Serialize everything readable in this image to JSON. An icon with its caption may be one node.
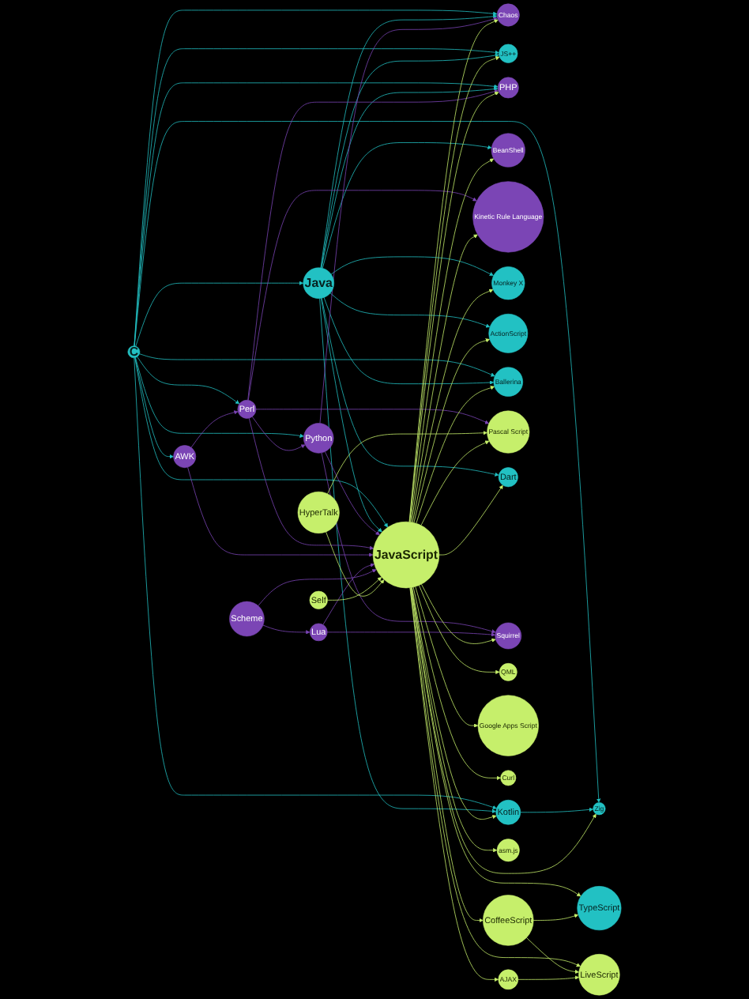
{
  "diagram": {
    "nodes": [
      {
        "text": [
          "C"
        ]
      },
      {
        "text": [
          "Python"
        ]
      },
      {
        "text": [
          "Perl"
        ]
      },
      {
        "text": [
          "Chaos"
        ]
      },
      {
        "text": [
          "JS++"
        ]
      },
      {
        "text": [
          "AWK"
        ]
      },
      {
        "text": [
          "PHP"
        ]
      },
      {
        "text": [
          "Kotlin"
        ]
      },
      {
        "text": [
          "Java"
        ]
      },
      {
        "text": [
          "BeanShell"
        ]
      },
      {
        "text": [
          "Kinetic Rule Language"
        ]
      },
      {
        "text": [
          "Zig"
        ]
      },
      {
        "text": [
          "Monkey X"
        ]
      },
      {
        "text": [
          "ActionScript"
        ]
      },
      {
        "text": [
          "Ballerina"
        ]
      },
      {
        "text": [
          "Pascal Script"
        ]
      },
      {
        "text": [
          "JavaScript"
        ]
      },
      {
        "text": [
          "Dart"
        ]
      },
      {
        "text": [
          "Self"
        ]
      },
      {
        "text": [
          "Squirrel"
        ]
      },
      {
        "text": [
          "HyperTalk"
        ]
      },
      {
        "text": [
          "QML"
        ]
      },
      {
        "text": [
          "TypeScript"
        ]
      },
      {
        "text": [
          "Google Apps Script"
        ]
      },
      {
        "text": [
          "Curl"
        ]
      },
      {
        "text": [
          "AJAX"
        ]
      },
      {
        "text": [
          "asm.js"
        ]
      },
      {
        "text": [
          "LiveScript"
        ]
      },
      {
        "text": [
          "CoffeeScript"
        ]
      },
      {
        "text": [
          "Lua"
        ]
      },
      {
        "text": [
          "Scheme"
        ]
      }
    ],
    "edges": [
      {
        "from": 0,
        "to": 1,
        "arrow": "to",
        "color": "#22c1c3"
      },
      {
        "from": 0,
        "to": 2,
        "arrow": "to",
        "color": "#22c1c3"
      },
      {
        "from": 0,
        "to": 3,
        "arrow": "to",
        "color": "#22c1c3"
      },
      {
        "from": 0,
        "to": 4,
        "arrow": "to",
        "color": "#22c1c3"
      },
      {
        "from": 0,
        "to": 5,
        "arrow": "to",
        "color": "#22c1c3"
      },
      {
        "from": 0,
        "to": 6,
        "arrow": "to",
        "color": "#22c1c3"
      },
      {
        "from": 0,
        "to": 7,
        "arrow": "to",
        "color": "#22c1c3"
      },
      {
        "from": 0,
        "to": 8,
        "arrow": "to",
        "color": "#22c1c3"
      },
      {
        "from": 0,
        "to": 11,
        "arrow": "to",
        "color": "#22c1c3"
      },
      {
        "from": 0,
        "to": 14,
        "arrow": "to",
        "color": "#22c1c3"
      },
      {
        "from": 0,
        "to": 16,
        "arrow": "to",
        "color": "#22c1c3"
      },
      {
        "from": 8,
        "to": 7,
        "arrow": "to",
        "color": "#22c1c3"
      },
      {
        "from": 8,
        "to": 6,
        "arrow": "to",
        "color": "#22c1c3"
      },
      {
        "from": 8,
        "to": 9,
        "arrow": "to",
        "color": "#22c1c3"
      },
      {
        "from": 8,
        "to": 13,
        "arrow": "to",
        "color": "#22c1c3"
      },
      {
        "from": 8,
        "to": 16,
        "arrow": "to",
        "color": "#22c1c3"
      },
      {
        "from": 8,
        "to": 12,
        "arrow": "to",
        "color": "#22c1c3"
      },
      {
        "from": 8,
        "to": 3,
        "arrow": "to",
        "color": "#22c1c3"
      },
      {
        "from": 8,
        "to": 14,
        "arrow": "to",
        "color": "#22c1c3"
      },
      {
        "from": 8,
        "to": 17,
        "arrow": "to",
        "color": "#22c1c3"
      },
      {
        "from": 8,
        "to": 4,
        "arrow": "to",
        "color": "#22c1c3"
      },
      {
        "from": 7,
        "to": 11,
        "arrow": "to",
        "color": "#22c1c3"
      },
      {
        "from": 1,
        "to": 3,
        "arrow": "to",
        "color": "#7b45b5"
      },
      {
        "from": 1,
        "to": 16,
        "arrow": "to",
        "color": "#7b45b5"
      },
      {
        "from": 1,
        "to": 19,
        "arrow": "to",
        "color": "#7b45b5"
      },
      {
        "from": 2,
        "to": 1,
        "arrow": "to",
        "color": "#7b45b5"
      },
      {
        "from": 2,
        "to": 16,
        "arrow": "to",
        "color": "#7b45b5"
      },
      {
        "from": 2,
        "to": 6,
        "arrow": "to",
        "color": "#7b45b5"
      },
      {
        "from": 2,
        "to": 10,
        "arrow": "to",
        "color": "#7b45b5"
      },
      {
        "from": 2,
        "to": 15,
        "arrow": "to",
        "color": "#7b45b5"
      },
      {
        "from": 5,
        "to": 2,
        "arrow": "to",
        "color": "#7b45b5"
      },
      {
        "from": 5,
        "to": 16,
        "arrow": "to",
        "color": "#7b45b5"
      },
      {
        "from": 29,
        "to": 16,
        "arrow": "to",
        "color": "#7b45b5"
      },
      {
        "from": 29,
        "to": 19,
        "arrow": "to",
        "color": "#7b45b5"
      },
      {
        "from": 30,
        "to": 16,
        "arrow": "to",
        "color": "#7b45b5"
      },
      {
        "from": 30,
        "to": 29,
        "arrow": "to",
        "color": "#7b45b5"
      },
      {
        "from": 18,
        "to": 16,
        "arrow": "to"
      },
      {
        "from": 20,
        "to": 16,
        "arrow": "to"
      },
      {
        "from": 20,
        "to": 15,
        "arrow": "to"
      },
      {
        "from": 16,
        "to": 3,
        "arrow": "to"
      },
      {
        "from": 16,
        "to": 4,
        "arrow": "to"
      },
      {
        "from": 16,
        "to": 6,
        "arrow": "to"
      },
      {
        "from": 16,
        "to": 7,
        "arrow": "to"
      },
      {
        "from": 16,
        "to": 9,
        "arrow": "to"
      },
      {
        "from": 16,
        "to": 10,
        "arrow": "to"
      },
      {
        "from": 16,
        "to": 11,
        "arrow": "to"
      },
      {
        "from": 16,
        "to": 12,
        "arrow": "to"
      },
      {
        "from": 16,
        "to": 13,
        "arrow": "to"
      },
      {
        "from": 16,
        "to": 14,
        "arrow": "to"
      },
      {
        "from": 16,
        "to": 15,
        "arrow": "to"
      },
      {
        "from": 16,
        "to": 17,
        "arrow": "to"
      },
      {
        "from": 16,
        "to": 19,
        "arrow": "to"
      },
      {
        "from": 16,
        "to": 21,
        "arrow": "to"
      },
      {
        "from": 16,
        "to": 22,
        "arrow": "to"
      },
      {
        "from": 16,
        "to": 23,
        "arrow": "to"
      },
      {
        "from": 16,
        "to": 24,
        "arrow": "to"
      },
      {
        "from": 16,
        "to": 25,
        "arrow": "to"
      },
      {
        "from": 16,
        "to": 26,
        "arrow": "to"
      },
      {
        "from": 16,
        "to": 27,
        "arrow": "to"
      },
      {
        "from": 16,
        "to": 28,
        "arrow": "to"
      },
      {
        "from": 28,
        "to": 27,
        "arrow": "to"
      },
      {
        "from": 28,
        "to": 22,
        "arrow": "to"
      },
      {
        "from": 25,
        "to": 27,
        "arrow": "to"
      }
    ]
  }
}
